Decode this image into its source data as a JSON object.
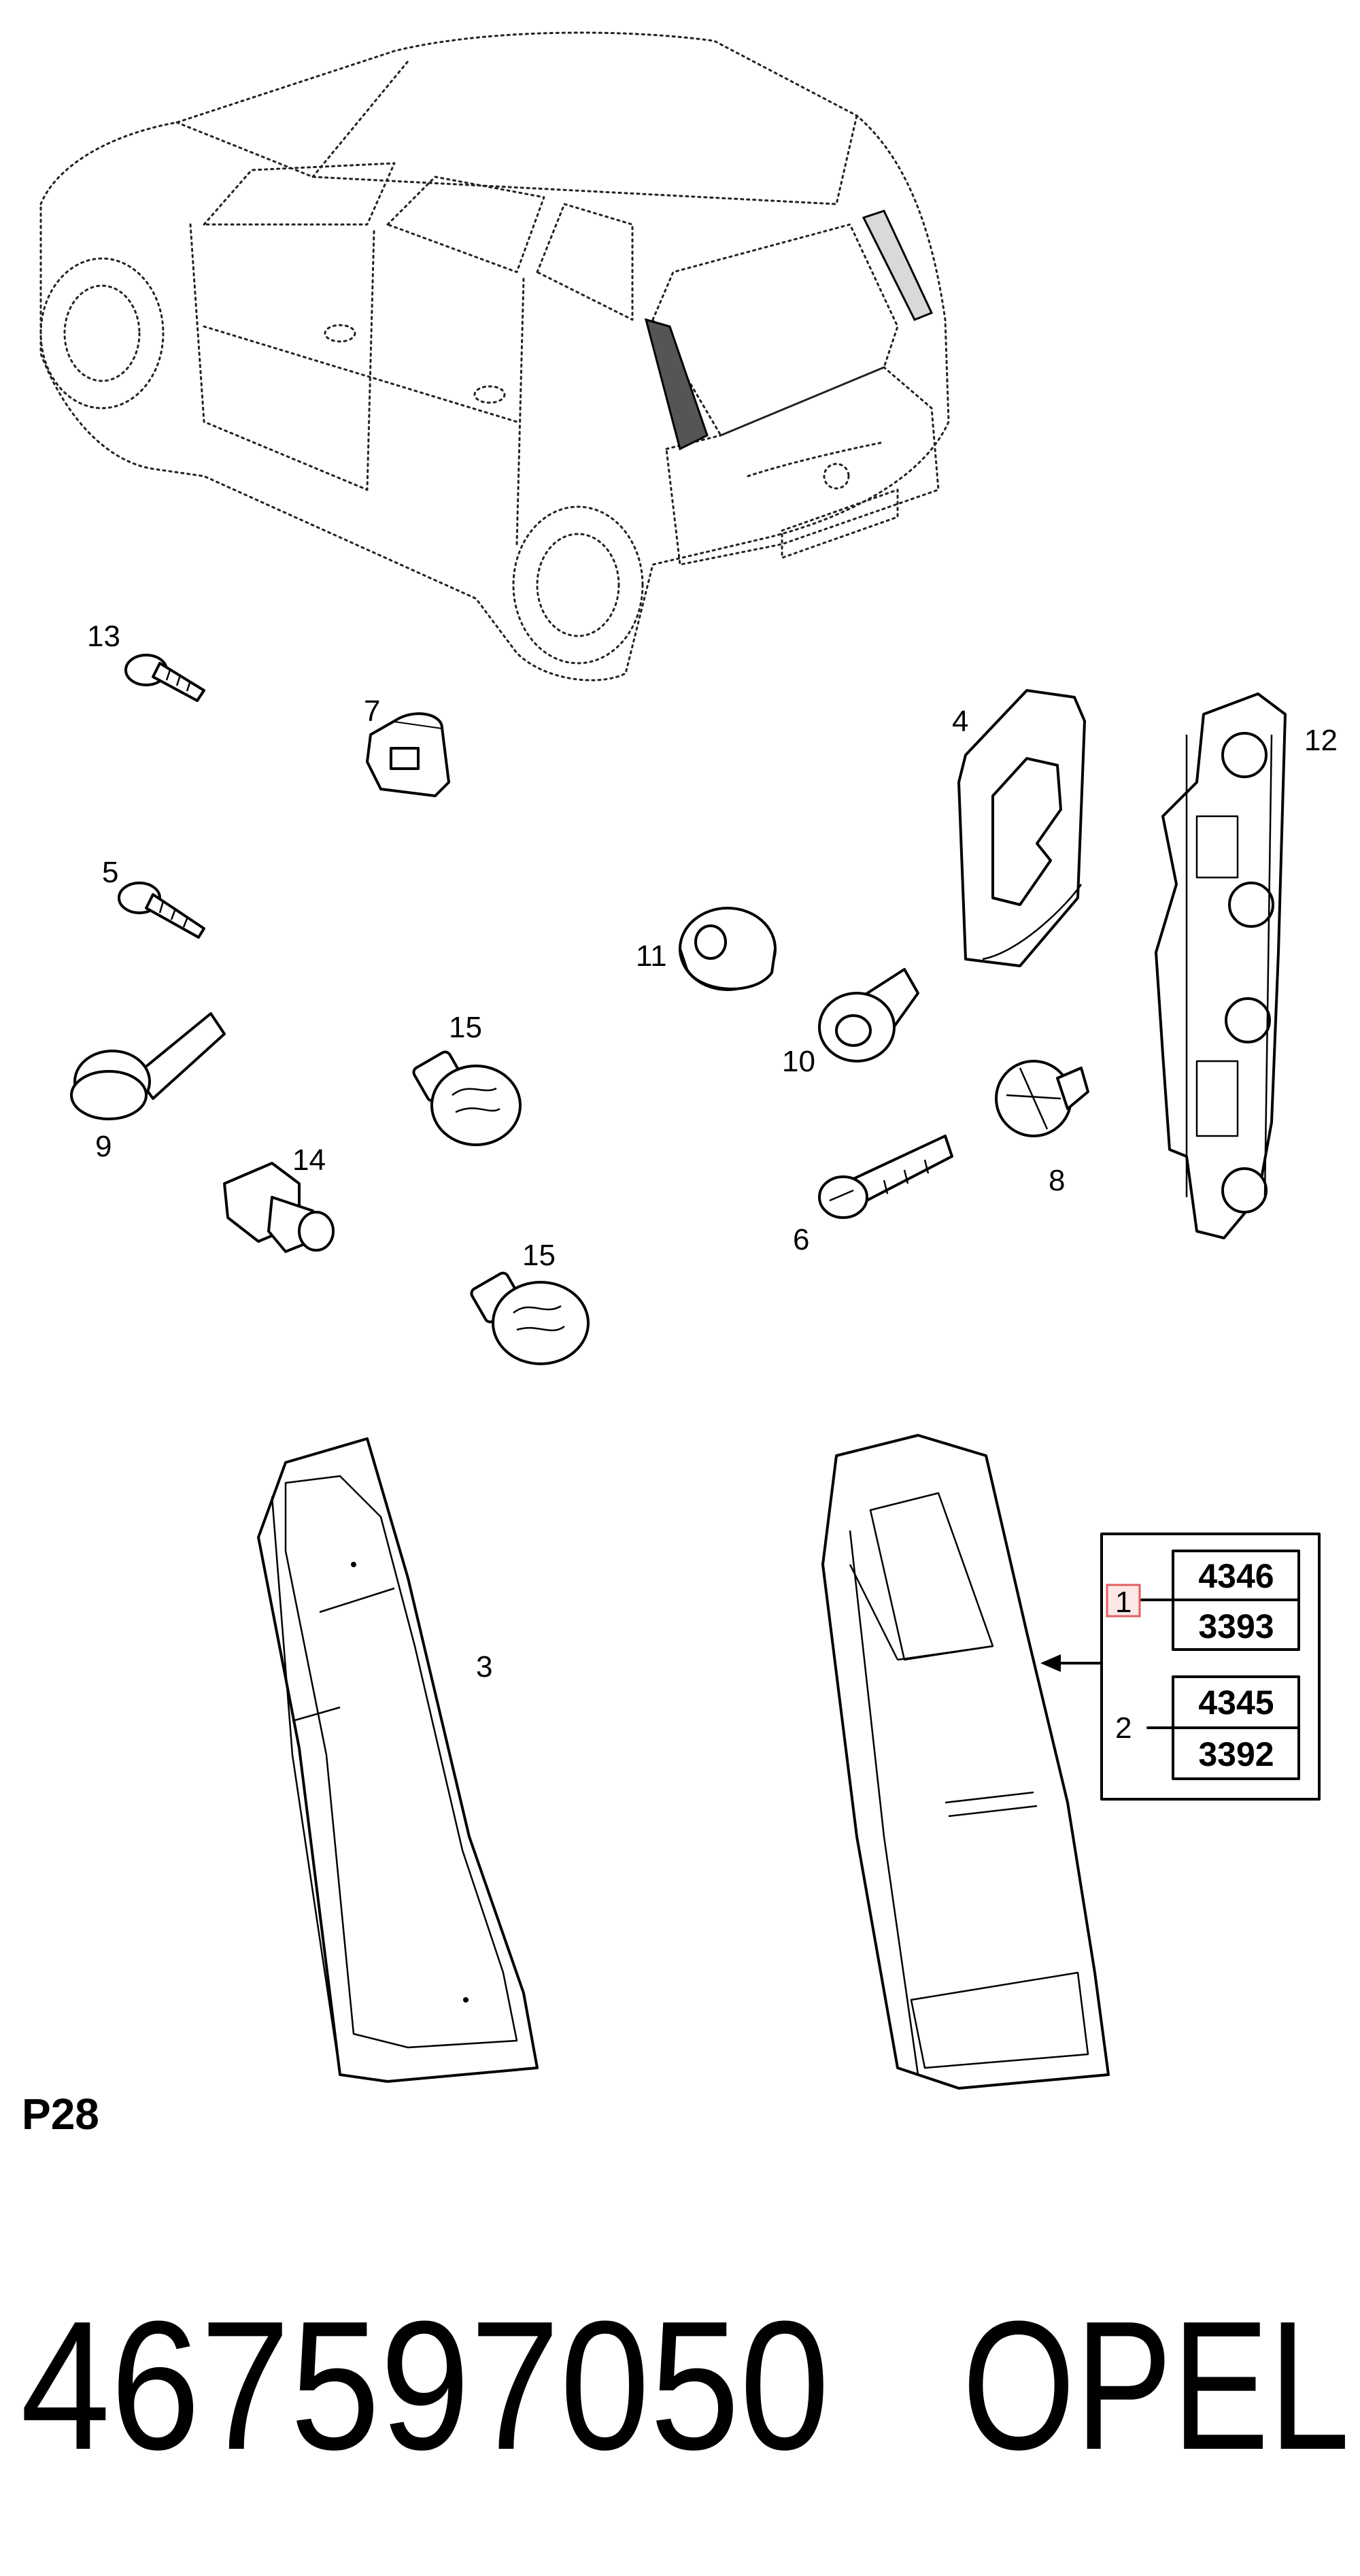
{
  "diagram": {
    "callouts": [
      {
        "id": "c13",
        "text": "13"
      },
      {
        "id": "c7",
        "text": "7"
      },
      {
        "id": "c4",
        "text": "4"
      },
      {
        "id": "c12",
        "text": "12"
      },
      {
        "id": "c5",
        "text": "5"
      },
      {
        "id": "c11",
        "text": "11"
      },
      {
        "id": "c15a",
        "text": "15"
      },
      {
        "id": "c10",
        "text": "10"
      },
      {
        "id": "c9",
        "text": "9"
      },
      {
        "id": "c14",
        "text": "14"
      },
      {
        "id": "c8",
        "text": "8"
      },
      {
        "id": "c6",
        "text": "6"
      },
      {
        "id": "c15b",
        "text": "15"
      },
      {
        "id": "c3",
        "text": "3"
      },
      {
        "id": "c1",
        "text": "1"
      },
      {
        "id": "c2",
        "text": "2"
      }
    ],
    "variant_box": {
      "rows": [
        {
          "top": "4346",
          "bottom": "3393"
        },
        {
          "top": "4345",
          "bottom": "3392"
        }
      ]
    },
    "page_code": "P28"
  },
  "footer": {
    "part_number": "467597050",
    "brand": "OPEL"
  },
  "colors": {
    "highlight_box": "#e06060",
    "highlight_fill": "#fde6e6"
  }
}
